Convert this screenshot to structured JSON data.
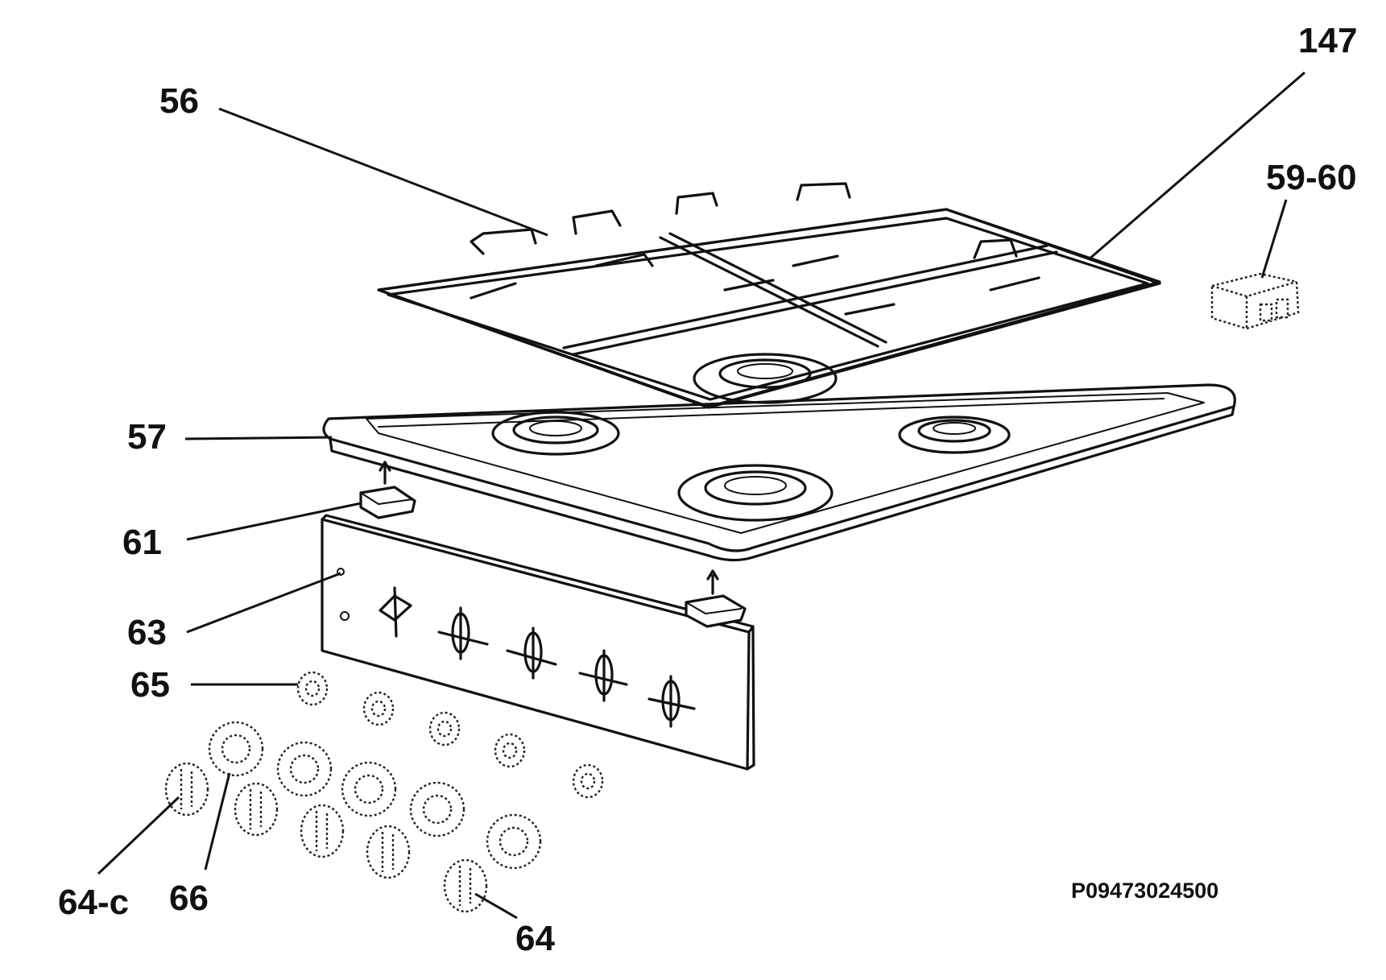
{
  "diagram": {
    "code": "P09473024500",
    "labels": {
      "grid": "56",
      "hob": "57",
      "clip": "61",
      "panel": "63",
      "spring": "65",
      "knob_c": "64-c",
      "ring": "66",
      "knob": "64",
      "grid_part": "147",
      "accessory": "59-60"
    }
  },
  "colors": {
    "ink": "#111111",
    "background": "#ffffff"
  }
}
